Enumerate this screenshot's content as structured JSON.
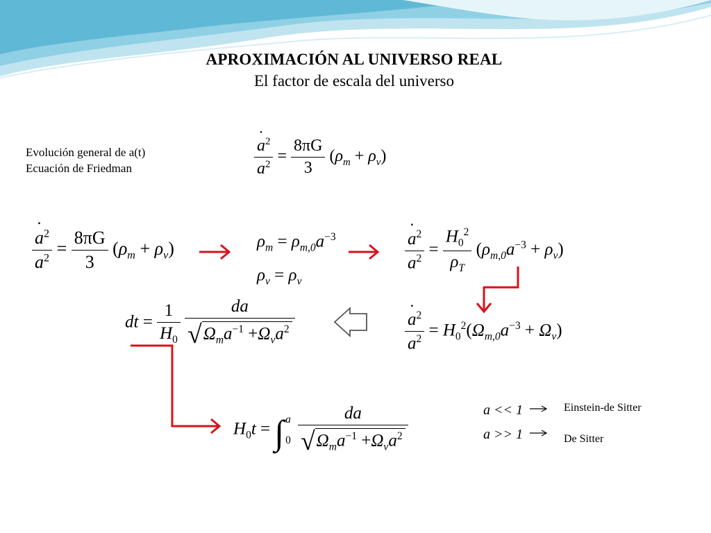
{
  "slide": {
    "title": "APROXIMACIÓN  AL  UNIVERSO  REAL",
    "subtitle": "El factor de escala del universo"
  },
  "notes": {
    "evolution_line1": "Evolución general de a(t)",
    "evolution_line2": "Ecuación de Friedman",
    "limit_small_result": "Einstein-de Sitter",
    "limit_large_result": "De Sitter"
  },
  "equations": {
    "friedman_rhs_num": "8πG",
    "friedman_rhs_den": "3",
    "limit_small": "a << 1",
    "limit_large": "a >> 1"
  },
  "colors": {
    "arrow": "#d8121b",
    "wave_dark": "#7fc6dd",
    "wave_light": "#bfe4f0"
  }
}
